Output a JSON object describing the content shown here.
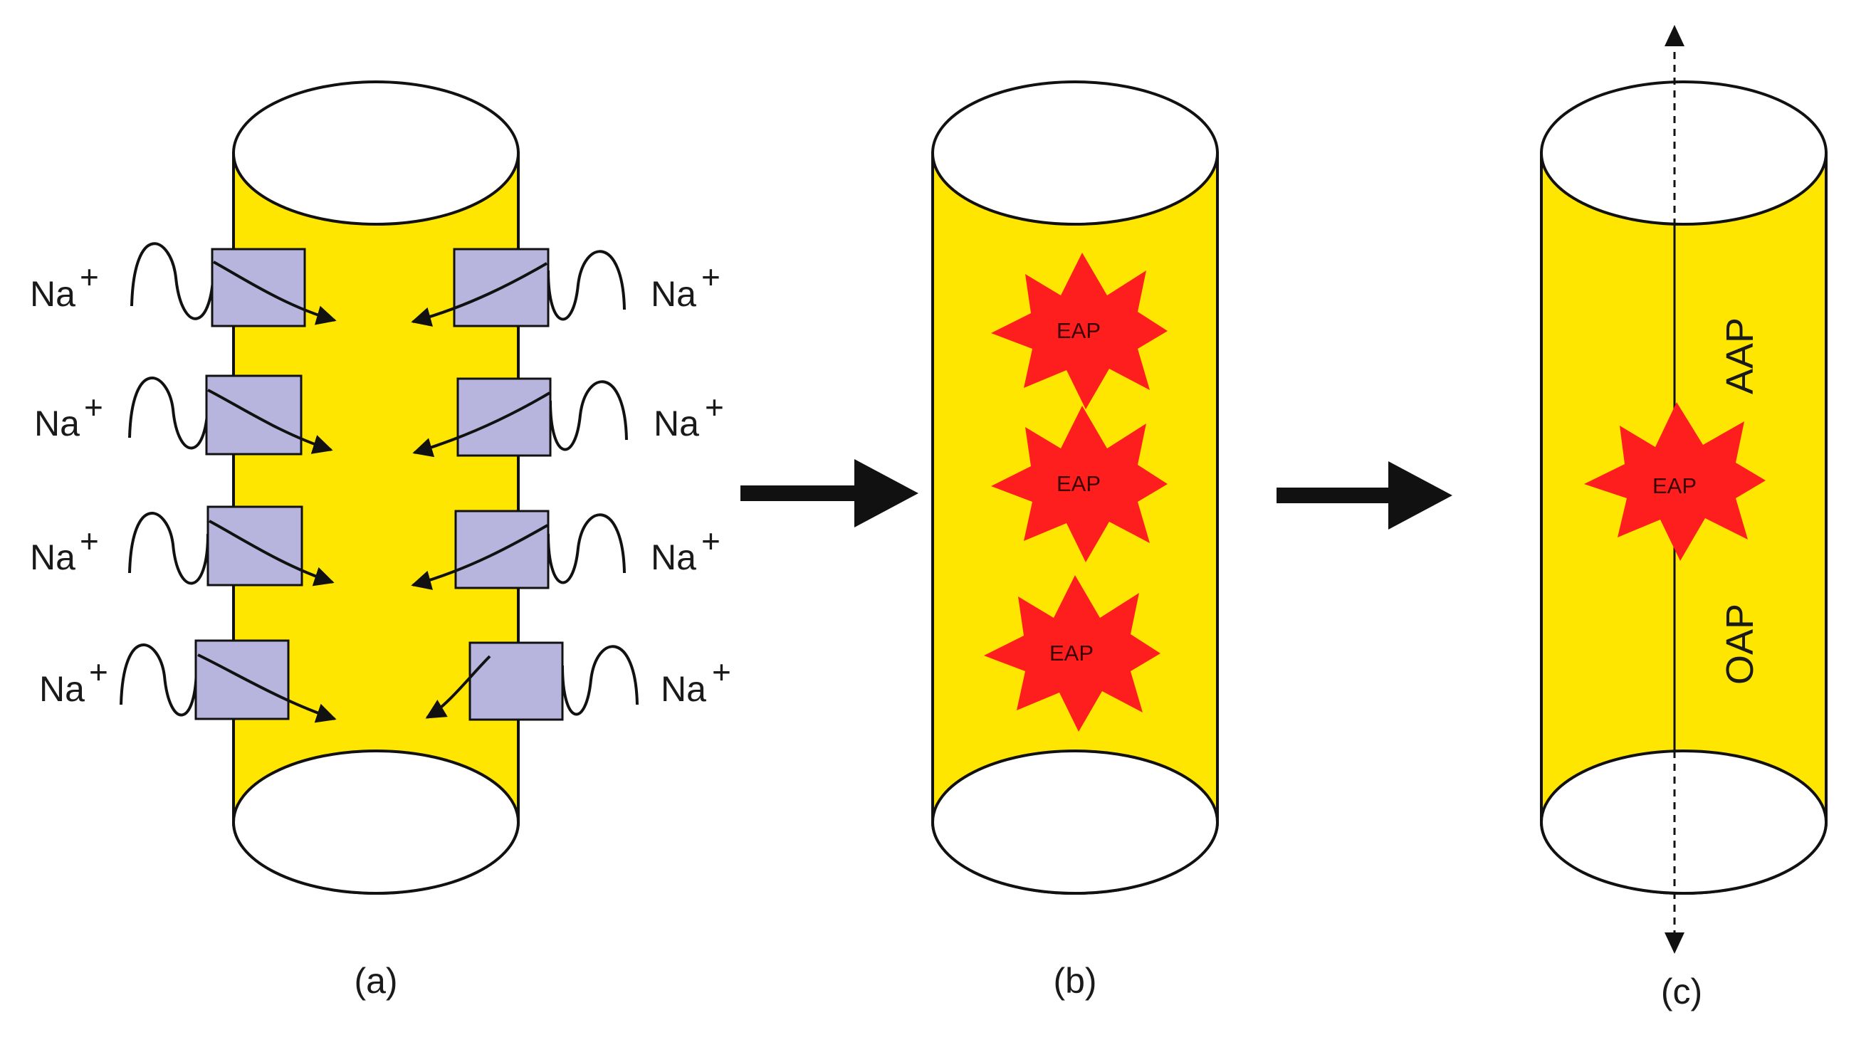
{
  "colors": {
    "cylinder_fill": "#FFE600",
    "channel_fill": "#B7B5DD",
    "eap_fill": "#FF1E1E",
    "outline": "#111111"
  },
  "panel_a": {
    "caption": "(a)",
    "ion_label": "Na",
    "ion_charge": "+"
  },
  "panel_b": {
    "caption": "(b)",
    "eap_labels": [
      "EAP",
      "EAP",
      "EAP"
    ]
  },
  "panel_c": {
    "caption": "(c)",
    "eap_label": "EAP",
    "upper_label": "AAP",
    "lower_label": "OAP"
  },
  "icons": {
    "transition_arrows": [
      "right-arrow-icon",
      "right-arrow-icon"
    ],
    "axis_arrows": [
      "up-arrow-icon",
      "down-arrow-icon"
    ]
  }
}
